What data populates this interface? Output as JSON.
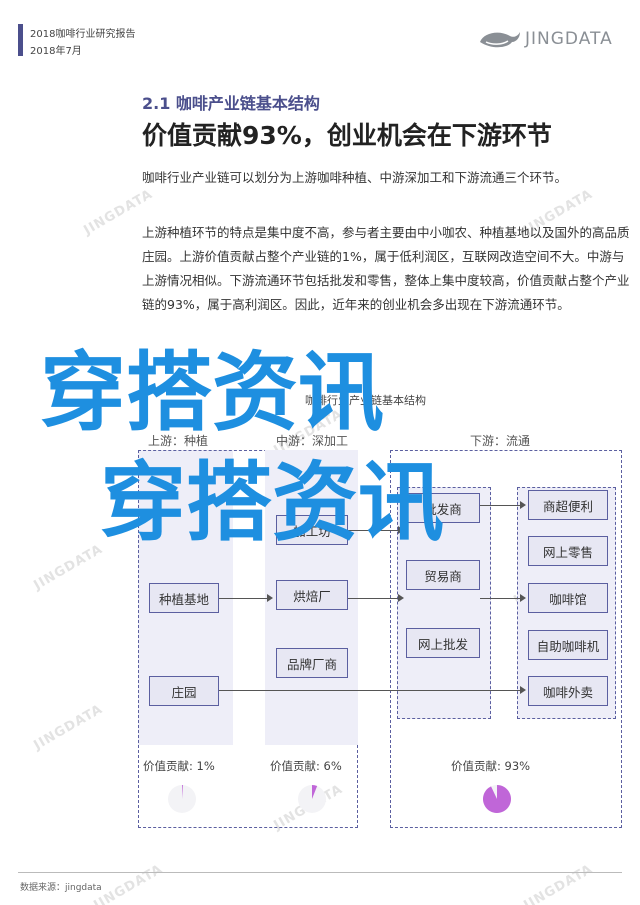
{
  "header": {
    "report_title": "2018咖啡行业研究报告",
    "date": "2018年7月",
    "logo_text": "JINGDATA"
  },
  "watermark_text": "JINGDATA",
  "section": {
    "title": "2.1 咖啡产业链基本结构",
    "headline": "价值贡献93%，创业机会在下游环节"
  },
  "paragraphs": [
    "咖啡行业产业链可以划分为上游咖啡种植、中游深加工和下游流通三个环节。",
    "上游种植环节的特点是集中度不高，参与者主要由中小咖农、种植基地以及国外的高品质庄园。上游价值贡献占整个产业链的1%，属于低利润区，互联网改造空间不大。中游与上游情况相似。下游流通环节包括批发和零售，整体上集中度较高，价值贡献占整个产业链的93%，属于高利润区。因此，近年来的创业机会多出现在下游流通环节。"
  ],
  "diagram": {
    "title": "咖啡行业产业链基本结构",
    "columns": {
      "upstream": {
        "title": "上游：种植",
        "nodes": [
          "种植基地",
          "庄园"
        ],
        "value_label": "价值贡献: 1%",
        "share": 0.01
      },
      "midstream": {
        "title": "中游：深加工",
        "nodes": [
          "加工坊",
          "烘焙厂",
          "品牌厂商"
        ],
        "value_label": "价值贡献: 6%",
        "share": 0.06
      },
      "downstream": {
        "title": "下游：流通",
        "wholesale": [
          "批发商",
          "贸易商",
          "网上批发"
        ],
        "retail": [
          "商超便利",
          "网上零售",
          "咖啡馆",
          "自助咖啡机",
          "咖啡外卖"
        ],
        "value_label": "价值贡献: 93%",
        "share": 0.93
      }
    },
    "colors": {
      "frame": "#5b5fa0",
      "fill": "#eeeef8",
      "pie_fill": "#c066d8",
      "pie_bg": "#f3f3f6"
    }
  },
  "overlay_text": [
    "穿搭资讯",
    "穿搭资讯"
  ],
  "footer": {
    "source": "数据来源：jingdata"
  }
}
